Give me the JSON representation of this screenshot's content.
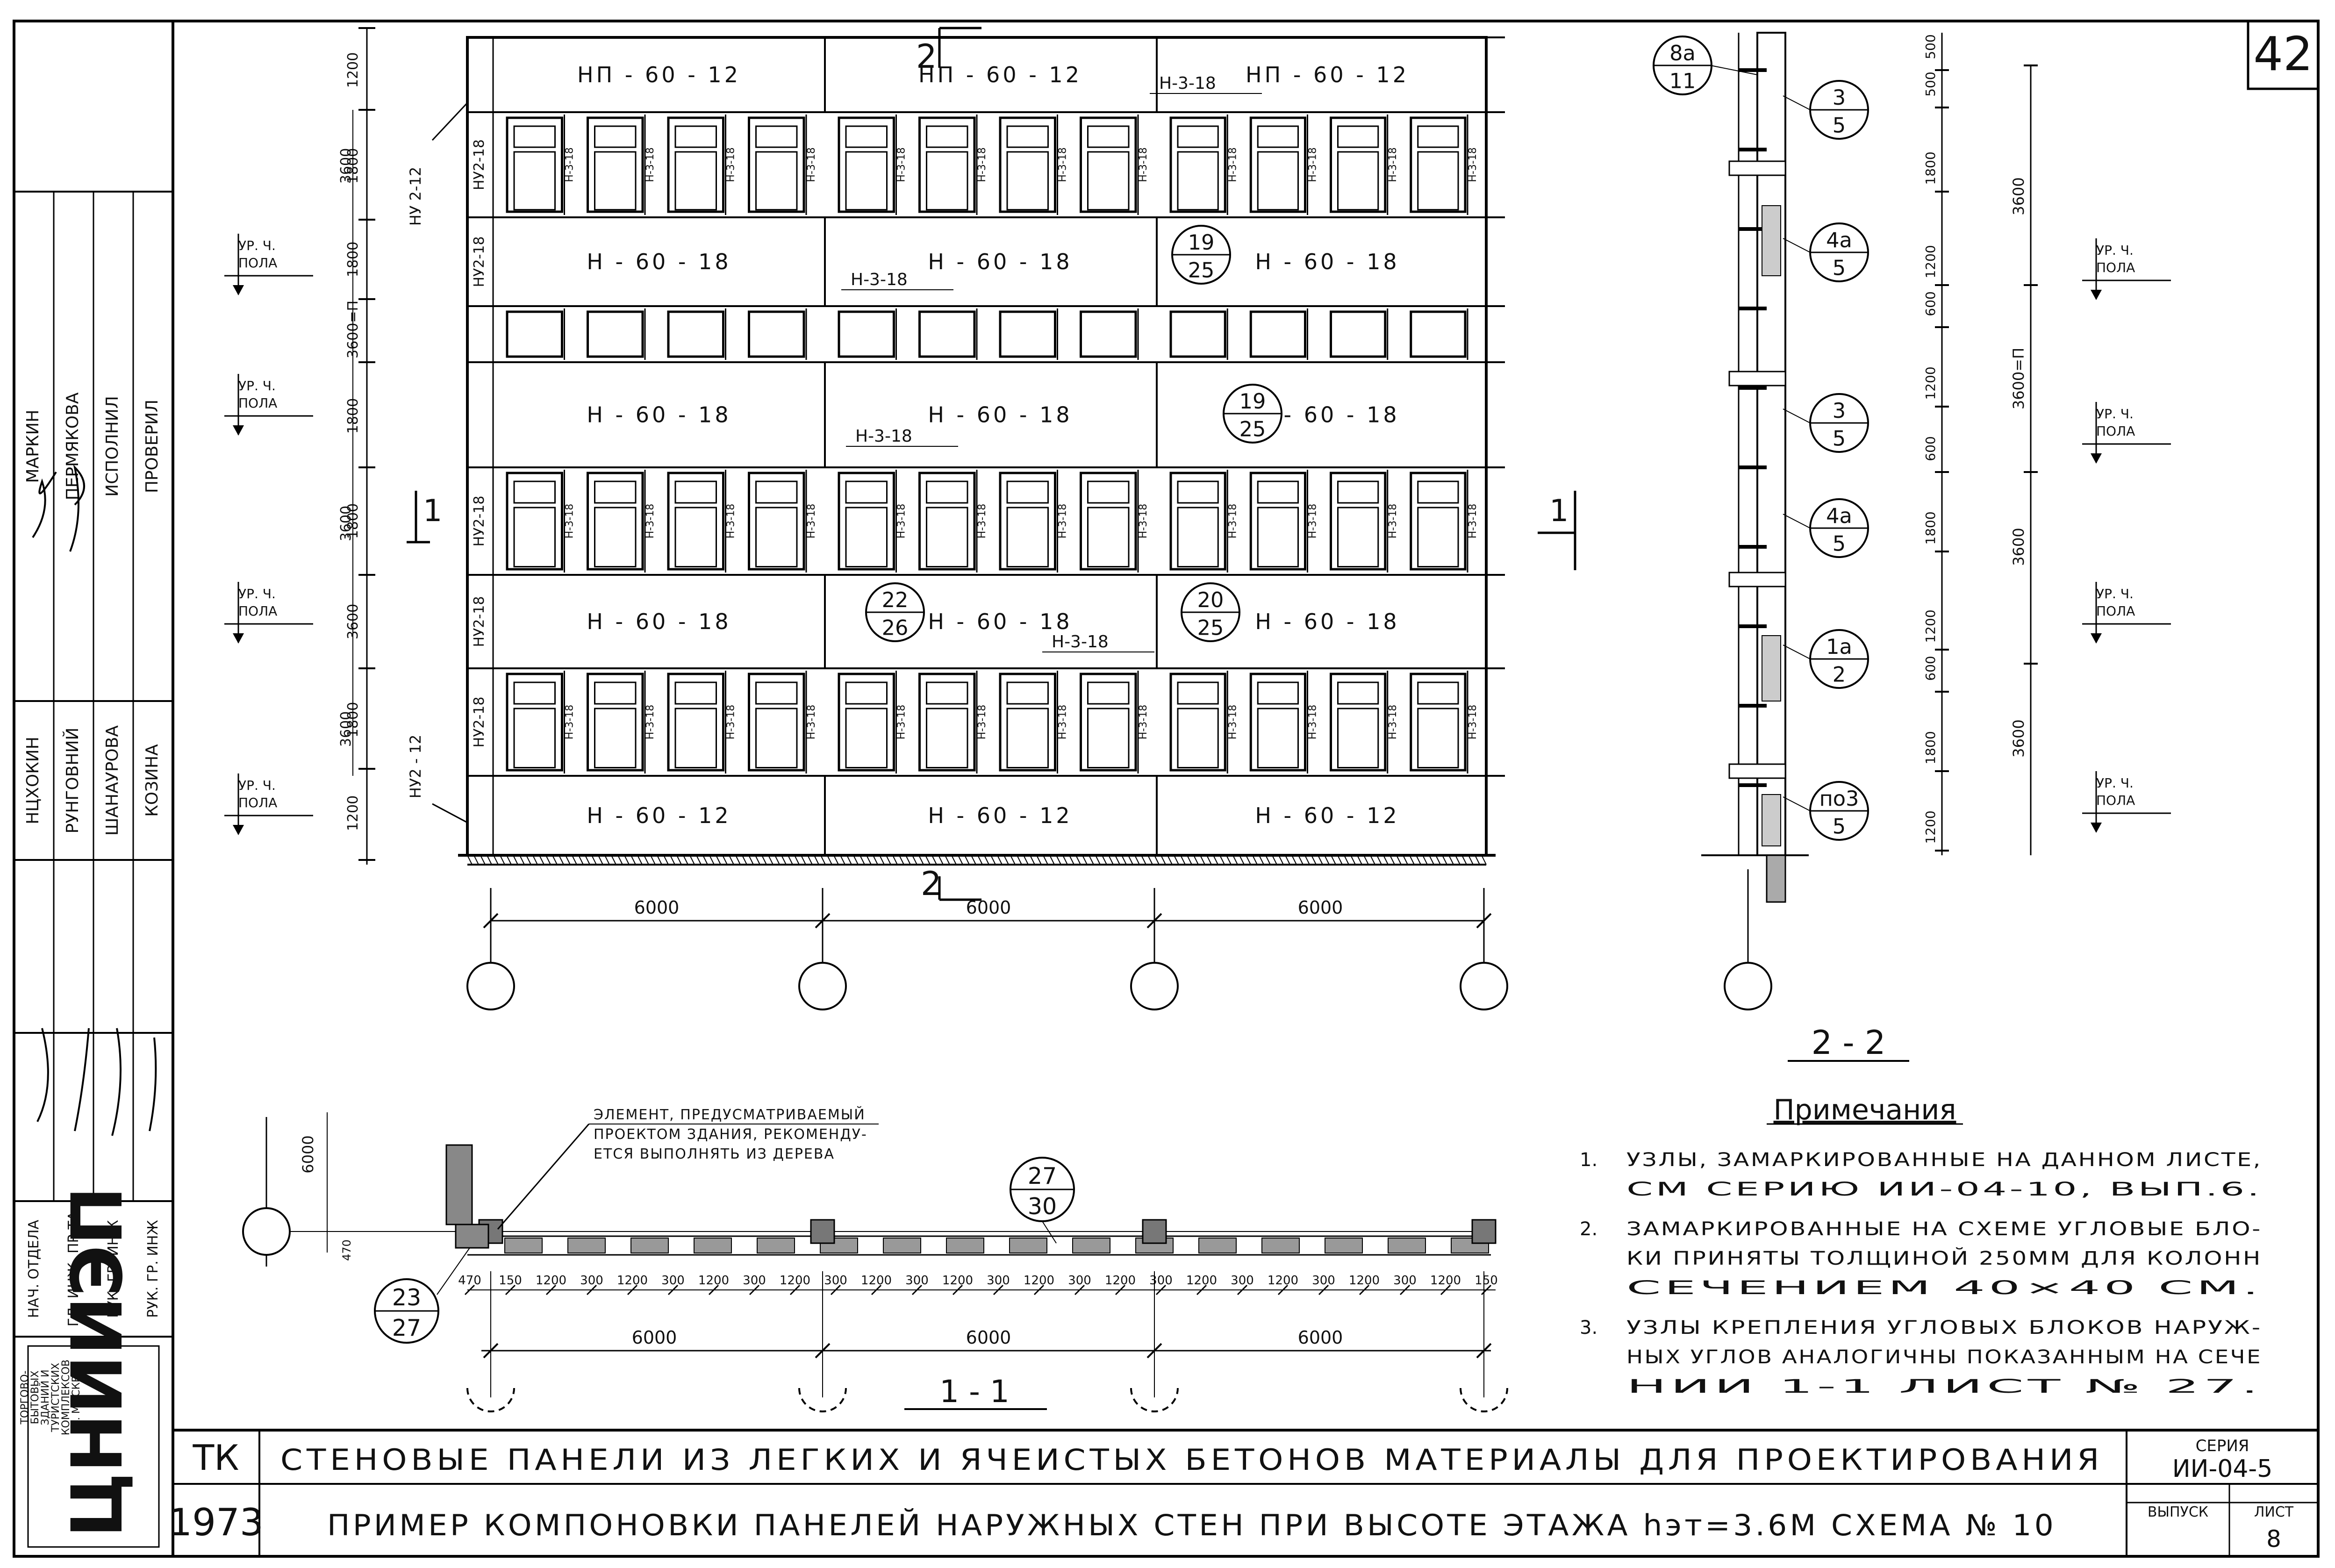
{
  "sheet_number": "42",
  "facade": {
    "row_top": [
      "НП - 60 - 12",
      "НП - 60 - 12",
      "НП - 60 - 12"
    ],
    "row_a": [
      "Н - 60 - 18",
      "Н - 60 - 18",
      "Н - 60 - 18"
    ],
    "row_b": [
      "Н - 60 - 18",
      "Н - 60 - 18",
      "Н - 60 - 18"
    ],
    "row_c": [
      "Н - 60 - 18",
      "Н - 60 - 18",
      "Н - 60 - 18"
    ],
    "row_bottom": [
      "Н - 60 - 12",
      "Н - 60 - 12",
      "Н - 60 - 12"
    ],
    "jamb_label": "Н-3-18",
    "side_labels": [
      "НУ2-18",
      "НУ2-18",
      "НУ2-18",
      "НУ2-18",
      "НУ2-18"
    ],
    "corner_top": "НУ 2-12",
    "corner_bottom": "НУ2 - 12",
    "h318_labels": [
      "Н-3-18",
      "Н-3-18",
      "Н-3-18",
      "Н-3-18"
    ],
    "node_tags": [
      {
        "top": "19",
        "bottom": "25"
      },
      {
        "top": "19",
        "bottom": "25"
      },
      {
        "top": "22",
        "bottom": "26"
      },
      {
        "top": "20",
        "bottom": "25"
      }
    ],
    "spans": [
      "6000",
      "6000",
      "6000"
    ],
    "section_mark": "2",
    "cut_mark": "1",
    "left_dims": [
      "1200",
      "1800",
      "3600",
      "1800",
      "3600=П",
      "1800",
      "1800",
      "3600",
      "1800",
      "1800",
      "3600",
      "1200"
    ],
    "floor_label": [
      "УР. Ч.",
      "ПОЛА"
    ]
  },
  "section_22": {
    "title": "2 - 2",
    "node_tags": [
      {
        "top": "8а",
        "bottom": "11"
      },
      {
        "top": "3",
        "bottom": "5"
      },
      {
        "top": "4а",
        "bottom": "5"
      },
      {
        "top": "3",
        "bottom": "5"
      },
      {
        "top": "4а",
        "bottom": "5"
      },
      {
        "top": "1а",
        "bottom": "2"
      },
      {
        "top": "по3",
        "bottom": "5"
      }
    ],
    "dims_small": [
      "500",
      "500",
      "1800",
      "1200",
      "600",
      "1200",
      "600",
      "1800",
      "1200",
      "600",
      "1800",
      "1200"
    ],
    "dims_large": [
      "3600",
      "3600=П",
      "3600",
      "3600"
    ],
    "floor_label": [
      "УР. Ч.",
      "ПОЛА"
    ]
  },
  "section_11": {
    "title": "1 - 1",
    "note": [
      "ЭЛЕМЕНТ, ПРЕДУСМАТРИВАЕМЫЙ",
      "ПРОЕКТОМ ЗДАНИЯ, РЕКОМЕНДУ-",
      "ЕТСЯ ВЫПОЛНЯТЬ ИЗ ДЕРЕВА"
    ],
    "node_a": {
      "top": "23",
      "bottom": "27"
    },
    "node_b": {
      "top": "27",
      "bottom": "30"
    },
    "dim_vertical": "6000",
    "dim_small": "470",
    "sub_dims": [
      "470",
      "150",
      "1200",
      "300",
      "1200",
      "300",
      "1200",
      "300",
      "1200",
      "300",
      "1200",
      "300",
      "1200",
      "300",
      "1200",
      "300",
      "1200",
      "300",
      "1200",
      "300",
      "1200",
      "300",
      "1200",
      "300",
      "1200",
      "150"
    ],
    "spans": [
      "6000",
      "6000",
      "6000"
    ]
  },
  "notes": {
    "title": "Примечания",
    "items": [
      {
        "num": "1.",
        "lines": [
          "УЗЛЫ, ЗАМАРКИРОВАННЫЕ НА ДАННОМ ЛИСТЕ,",
          "СМ СЕРИЮ ИИ-04-10, ВЫП.6."
        ]
      },
      {
        "num": "2.",
        "lines": [
          "ЗАМАРКИРОВАННЫЕ НА СХЕМЕ УГЛОВЫЕ БЛО-",
          "КИ ПРИНЯТЫ ТОЛЩИНОЙ 250ММ ДЛЯ КОЛОНН",
          "СЕЧЕНИЕМ 40×40 СМ."
        ]
      },
      {
        "num": "3.",
        "lines": [
          "УЗЛЫ КРЕПЛЕНИЯ УГЛОВЫХ БЛОКОВ НАРУЖ-",
          "НЫХ УГЛОВ АНАЛОГИЧНЫ ПОКАЗАННЫМ НА СЕЧЕ",
          "НИИ 1-1 ЛИСТ № 27."
        ]
      }
    ]
  },
  "sidebar": {
    "rows": [
      {
        "role": "МАРКИН",
        "name": ""
      },
      {
        "role": "ПЕРМЯКОВА",
        "name": ""
      },
      {
        "role": "ИСПОЛНИЛ",
        "name": ""
      },
      {
        "role": "ПРОВЕРИЛ",
        "name": ""
      },
      {
        "role": "НЦХОКИН",
        "name": ""
      },
      {
        "role": "РУНГОВНИЙ",
        "name": ""
      },
      {
        "role": "ШАНАУРОВА",
        "name": ""
      },
      {
        "role": "КОЗИНА",
        "name": ""
      }
    ],
    "positions": [
      "НАЧ. ОТДЕЛА",
      "ГЛ. ИНЖ. ПР-ТА",
      "РУК. ГР. ИНЖ",
      "РУК. ГР. ИНЖ"
    ],
    "org": [
      "ТОРГОВО-",
      "БЫТОВЫХ",
      "ЗДАНИЙ И",
      "ТУРИСТСКИХ",
      "КОМПЛЕКСОВ",
      "Г. МОСКВА"
    ],
    "logo": "ЦНИИЭП"
  },
  "title_block": {
    "code": "ТК",
    "year": "1973",
    "line1": "СТЕНОВЫЕ ПАНЕЛИ ИЗ ЛЕГКИХ И ЯЧЕИСТЫХ БЕТОНОВ   МАТЕРИАЛЫ ДЛЯ ПРОЕКТИРОВАНИЯ",
    "line2": "ПРИМЕР КОМПОНОВКИ ПАНЕЛЕЙ НАРУЖНЫХ СТЕН ПРИ ВЫСОТЕ ЭТАЖА  hэт=3.6М      СХЕМА № 10",
    "series_label": "СЕРИЯ",
    "series": "ИИ-04-5",
    "issue_label": "ВЫПУСК",
    "sheet_label": "ЛИСТ",
    "sheet": "8"
  }
}
